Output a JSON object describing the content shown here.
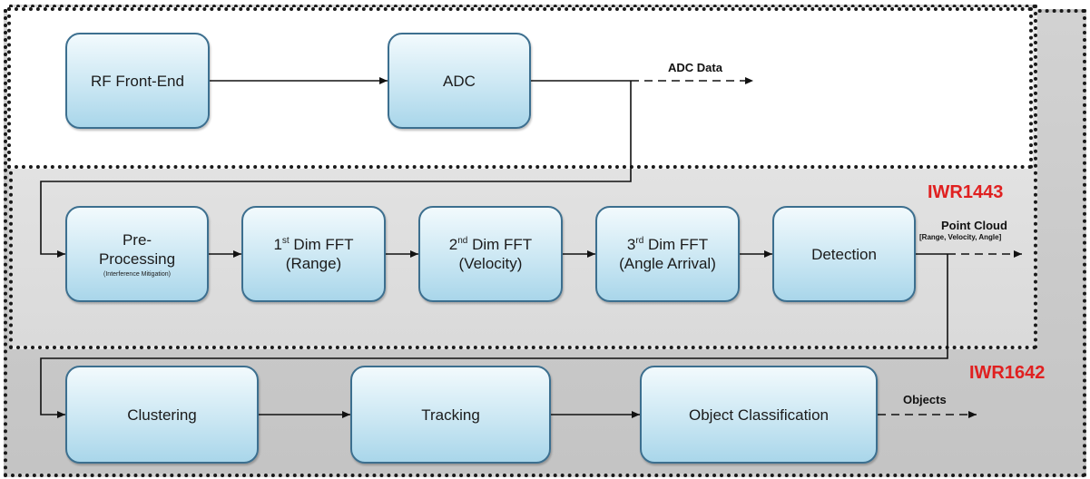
{
  "blocks": {
    "rf_frontend": "RF Front-End",
    "adc": "ADC",
    "preprocessing": {
      "line1": "Pre-",
      "line2": "Processing",
      "note": "(Interference Mitigation)"
    },
    "fft1": {
      "ordinal": "1",
      "suffix": "st",
      "text": " Dim FFT",
      "paren": "(Range)"
    },
    "fft2": {
      "ordinal": "2",
      "suffix": "nd",
      "text": " Dim FFT",
      "paren": "(Velocity)"
    },
    "fft3": {
      "ordinal": "3",
      "suffix": "rd",
      "text": " Dim FFT",
      "paren": "(Angle Arrival)"
    },
    "detection": "Detection",
    "clustering": "Clustering",
    "tracking": "Tracking",
    "classification": "Object Classification"
  },
  "outputs": {
    "adc_data": "ADC Data",
    "point_cloud": "Point Cloud",
    "point_cloud_detail": "[Range, Velocity, Angle]",
    "objects": "Objects"
  },
  "chips": {
    "iwr1443": "IWR1443",
    "iwr1642": "IWR1642"
  },
  "colors": {
    "chip_label": "#e02020",
    "block_border": "#3c6f8f",
    "block_fill": "#cbe7f3"
  }
}
